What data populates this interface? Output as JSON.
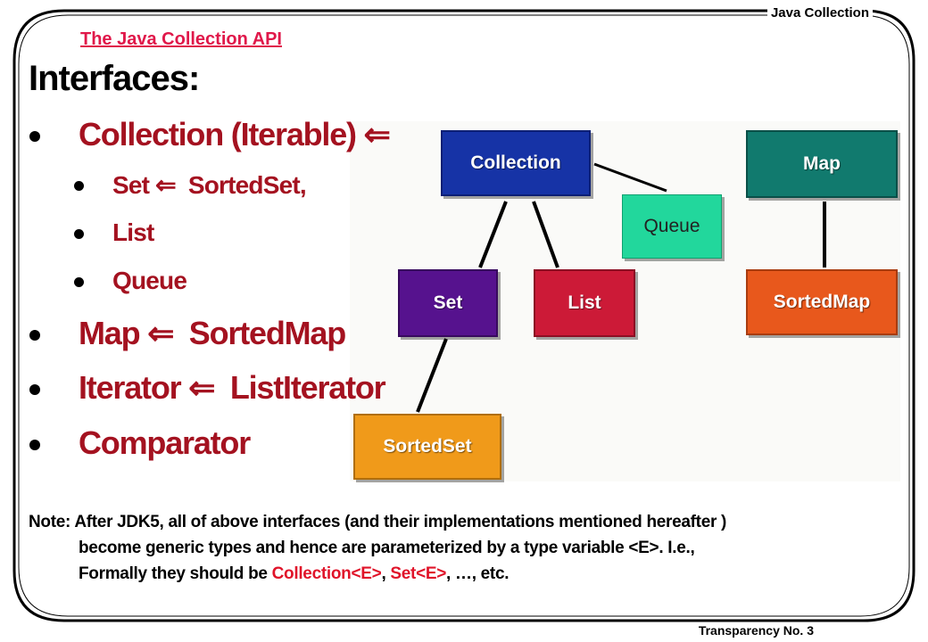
{
  "header": "Java Collection",
  "subtitle": "The Java Collection API",
  "heading": "Interfaces:",
  "bullets": {
    "collection": "Collection (Iterable)",
    "set": "Set",
    "sortedset": "SortedSet,",
    "list": "List",
    "queue": "Queue",
    "map": "Map",
    "sortedmap": "SortedMap",
    "iterator": "Iterator",
    "listiterator": "ListIterator",
    "comparator": "Comparator"
  },
  "diagram": {
    "collection": "Collection",
    "map": "Map",
    "queue": "Queue",
    "set": "Set",
    "list": "List",
    "sortedmap": "SortedMap",
    "sortedset": "SortedSet"
  },
  "note": {
    "line1": "Note: After JDK5, all of above interfaces (and their implementations mentioned hereafter )",
    "line2": "become generic types and hence are parameterized by a type variable <E>. I.e.,",
    "line3_pre": "Formally they should be ",
    "line3_c": "Collection<E>",
    "line3_mid": ", ",
    "line3_s": "Set<E>",
    "line3_post": ", …, etc."
  },
  "footer": "Transparency No. 3",
  "colors": {
    "collection": "#1633a6",
    "map": "#117a6e",
    "queue": "#22d79c",
    "set": "#56128e",
    "list": "#cc1a37",
    "sortedmap": "#e8581c",
    "sortedset": "#f09a1a",
    "bullet_text": "#a41220",
    "accent_red": "#e0142a"
  }
}
